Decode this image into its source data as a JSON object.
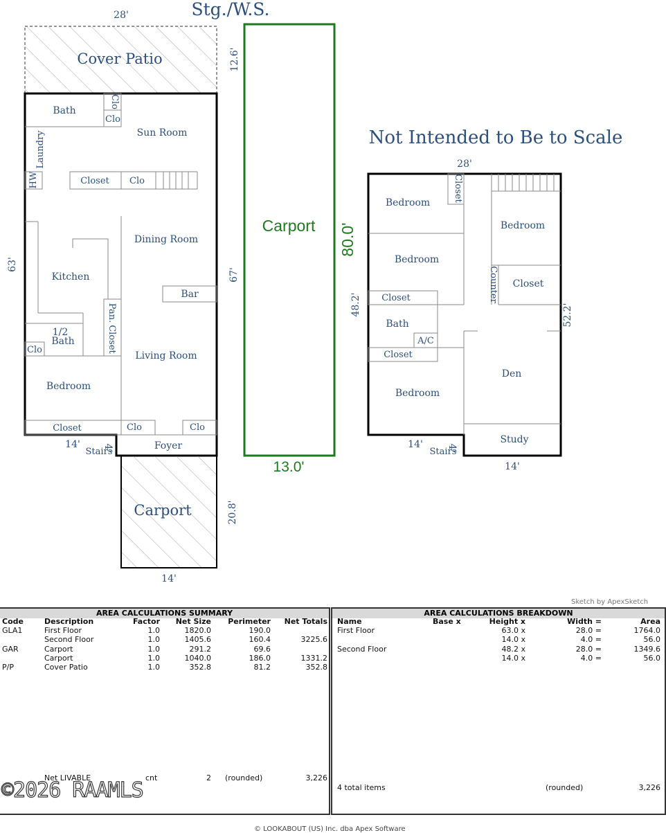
{
  "plan": {
    "top_dim": "28'",
    "stg_ws": "Stg./W.S.",
    "cover_patio": "Cover Patio",
    "cover_patio_dim": "12.6'",
    "not_to_scale": "Not Intended to Be to Scale",
    "first_floor": {
      "bath": "Bath",
      "clo1": "Clo",
      "clo2": "Clo",
      "sun_room": "Sun Room",
      "laundry": "Laundry",
      "hw": "HW",
      "closet": "Closet",
      "clo3": "Clo",
      "dining_room": "Dining Room",
      "kitchen": "Kitchen",
      "bar": "Bar",
      "pan": "Pan.",
      "closet_v": "Closet",
      "half": "1/2",
      "half_bath": "Bath",
      "clo4": "Clo",
      "living_room": "Living Room",
      "bedroom": "Bedroom",
      "closet_bottom": "Closet",
      "clo5": "Clo",
      "clo6": "Clo",
      "foyer": "Foyer",
      "stairs": "Stairs",
      "dim_left": "63'",
      "dim_right": "67'",
      "dim_bottom_left": "14'",
      "dim_stairs": "4'"
    },
    "carport_long": {
      "label": "Carport",
      "height": "80.0'",
      "width": "13.0'"
    },
    "carport_small": {
      "label": "Carport",
      "dim_right": "20.8'",
      "dim_bottom": "14'"
    },
    "second_floor": {
      "top_dim": "28'",
      "bedroom1": "Bedroom",
      "closet_v": "Closet",
      "bedroom2": "Bedroom",
      "bedroom3": "Bedroom",
      "counter": "Counter",
      "closet_r": "Closet",
      "closet1": "Closet",
      "bath": "Bath",
      "ac": "A/C",
      "closet2": "Closet",
      "den": "Den",
      "bedroom4": "Bedroom",
      "study": "Study",
      "stairs": "Stairs",
      "dim_left": "48.2'",
      "dim_right": "52.2'",
      "dim_bottom_left": "14'",
      "dim_stairs": "4'",
      "dim_bottom_right": "14'"
    }
  },
  "credit": "Sketch by ApexSketch",
  "summary": {
    "title": "AREA CALCULATIONS SUMMARY",
    "headers": [
      "Code",
      "Description",
      "Factor",
      "Net Size",
      "Perimeter",
      "Net Totals"
    ],
    "rows": [
      [
        "GLA1",
        "First Floor",
        "1.0",
        "1820.0",
        "190.0",
        ""
      ],
      [
        "",
        "Second Floor",
        "1.0",
        "1405.6",
        "160.4",
        "3225.6"
      ],
      [
        "GAR",
        "Carport",
        "1.0",
        "291.2",
        "69.6",
        ""
      ],
      [
        "",
        "Carport",
        "1.0",
        "1040.0",
        "186.0",
        "1331.2"
      ],
      [
        "P/P",
        "Cover Patio",
        "1.0",
        "352.8",
        "81.2",
        "352.8"
      ]
    ],
    "footer": {
      "label": "Net LIVABLE",
      "cnt": "cnt",
      "count": "2",
      "rounded": "(rounded)",
      "total": "3,226"
    }
  },
  "breakdown": {
    "title": "AREA CALCULATIONS BREAKDOWN",
    "headers": [
      "Name",
      "Base  x",
      "Height  x",
      "Width  =",
      "Area"
    ],
    "rows": [
      [
        "First Floor",
        "",
        "63.0  x",
        "28.0  =",
        "1764.0"
      ],
      [
        "",
        "",
        "14.0  x",
        "4.0  =",
        "56.0"
      ],
      [
        "Second Floor",
        "",
        "48.2  x",
        "28.0  =",
        "1349.6"
      ],
      [
        "",
        "",
        "14.0  x",
        "4.0  =",
        "56.0"
      ]
    ],
    "footer": {
      "label": "4 total items",
      "rounded": "(rounded)",
      "total": "3,226"
    }
  },
  "watermark": "©2026 RAAMLS",
  "bottom_credit": "© LOOKABOUT (US) Inc. dba Apex Software"
}
